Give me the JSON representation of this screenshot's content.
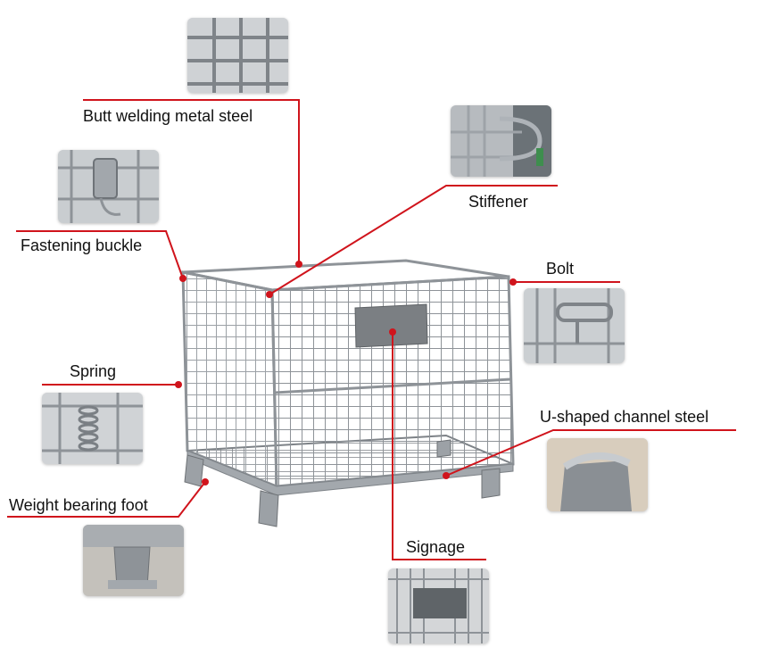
{
  "colors": {
    "leader_line": "#d0141c",
    "leader_dot": "#d0141c",
    "wire": "#8e9398",
    "wire_light": "#c4c8cc",
    "plate": "#7b7f83",
    "thumb_bg": "#d6d8da"
  },
  "callouts": {
    "butt_welding": "Butt welding metal steel",
    "stiffener": "Stiffener",
    "fastening_buckle": "Fastening buckle",
    "bolt": "Bolt",
    "spring": "Spring",
    "u_channel": "U-shaped channel steel",
    "weight_foot": "Weight bearing foot",
    "signage": "Signage"
  }
}
